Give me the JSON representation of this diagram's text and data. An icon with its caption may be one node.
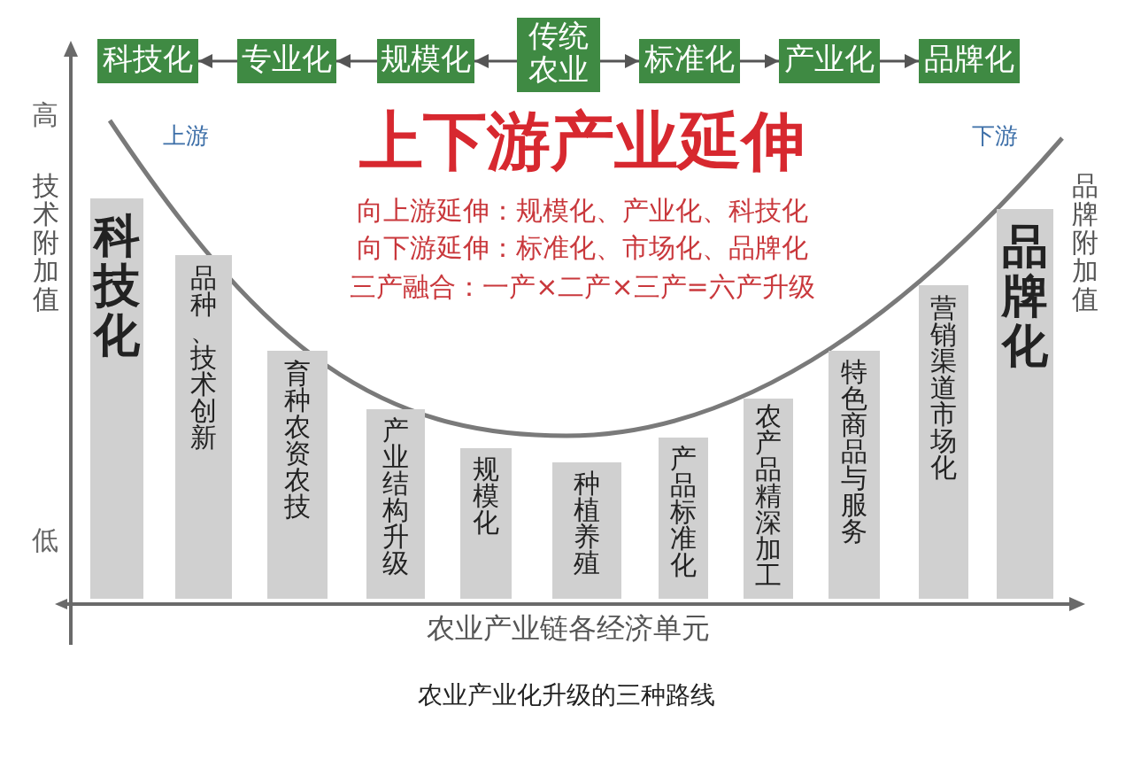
{
  "diagram": {
    "caption": "农业产业化升级的三种路线",
    "nodes": [
      {
        "text": [
          "科技化"
        ]
      },
      {
        "text": [
          "专业化"
        ]
      },
      {
        "text": [
          "规模化"
        ]
      },
      {
        "text": [
          "传统农业"
        ]
      },
      {
        "text": [
          "标准化"
        ]
      },
      {
        "text": [
          "产业化"
        ]
      },
      {
        "text": [
          "品牌化"
        ]
      },
      {
        "text": [
          "科技化"
        ]
      },
      {
        "text": [
          "品种、技术创新"
        ]
      },
      {
        "text": [
          "育种农资农技"
        ]
      },
      {
        "text": [
          "产业结构升级"
        ]
      },
      {
        "text": [
          "规模化"
        ]
      },
      {
        "text": [
          "种植养殖"
        ]
      },
      {
        "text": [
          "产品标准化"
        ]
      },
      {
        "text": [
          "农产品精深加工"
        ]
      },
      {
        "text": [
          "特色商品与服务"
        ]
      },
      {
        "text": [
          "营销渠道市场化"
        ]
      },
      {
        "text": [
          "品牌化"
        ]
      }
    ],
    "edges": [
      {
        "from": 1,
        "to": 0,
        "arrow": "to"
      },
      {
        "from": 2,
        "to": 1,
        "arrow": "to"
      },
      {
        "from": 3,
        "to": 2,
        "arrow": "to"
      },
      {
        "from": 3,
        "to": 4,
        "arrow": "to"
      },
      {
        "from": 4,
        "to": 5,
        "arrow": "to"
      },
      {
        "from": 5,
        "to": 6,
        "arrow": "to"
      }
    ],
    "labels": [
      "高",
      "技术附加值",
      "上游",
      "上下游产业延伸",
      "下游",
      "品牌附加值",
      "向上游延伸：规模化、产业化、科技化",
      "向下游延伸：标准化、市场化、品牌化",
      "三产融合：一产×二产×三产=六产升级",
      "低",
      "农业产业链各经济单元"
    ]
  }
}
